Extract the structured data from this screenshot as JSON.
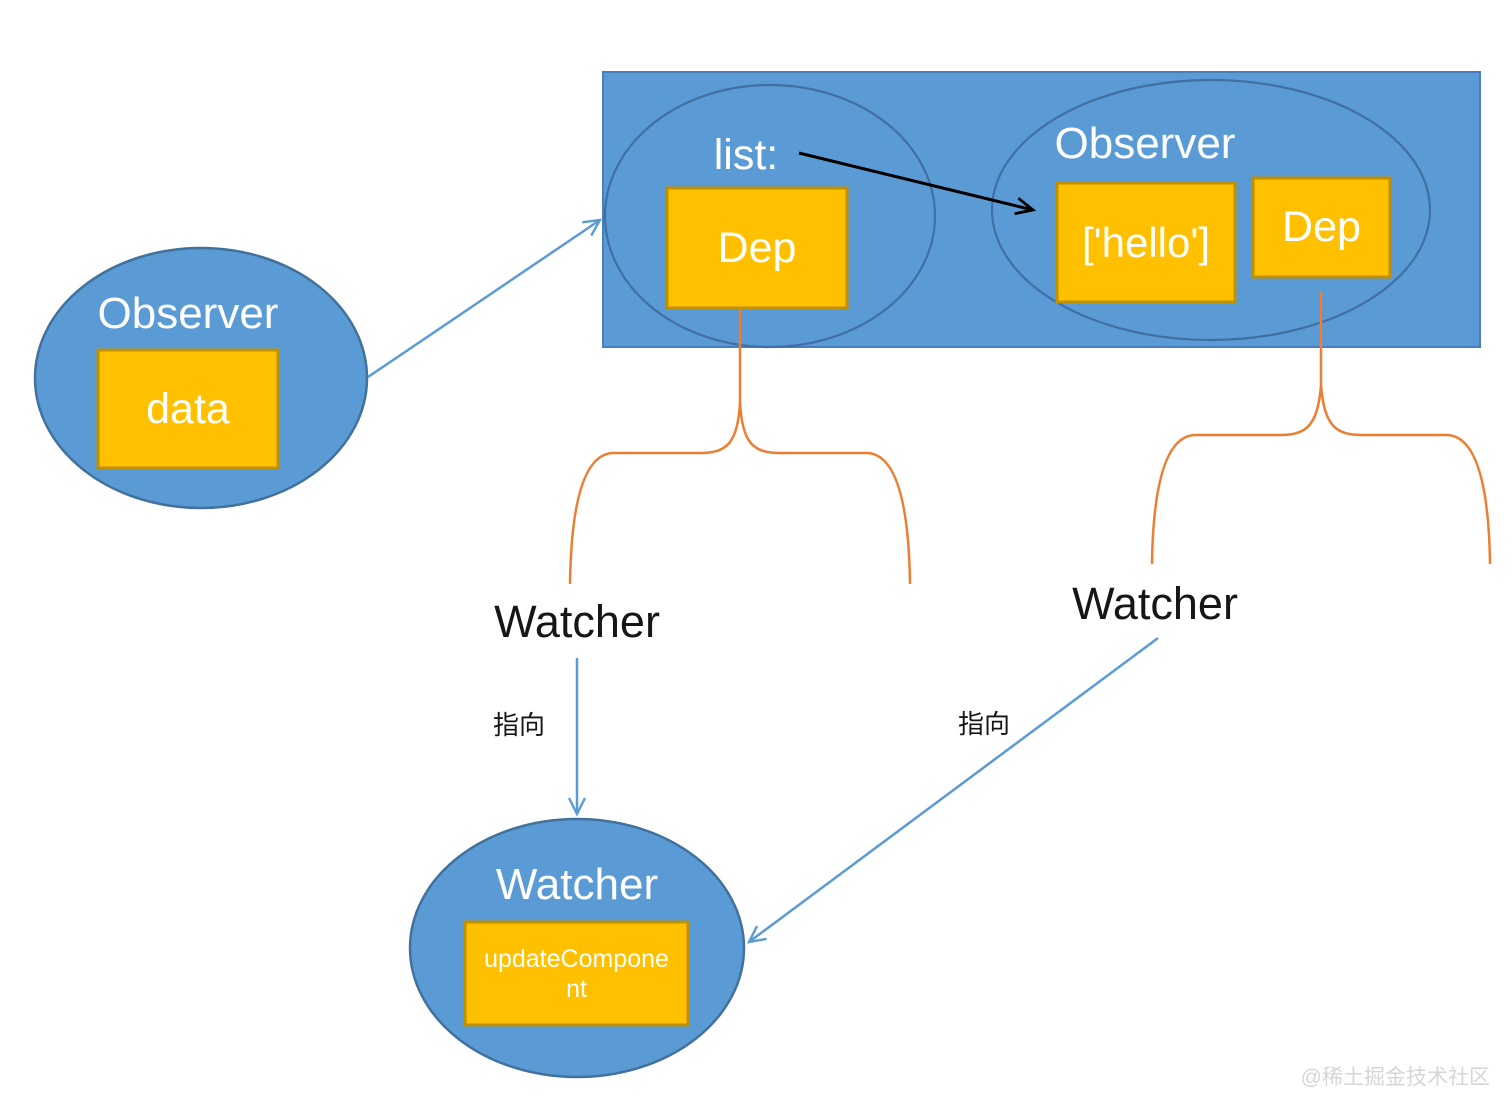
{
  "diagram": {
    "observer_data_node": {
      "title": "Observer",
      "box_label": "data"
    },
    "reactive_container": {
      "list_label": "list:",
      "list_dep_box_label": "Dep",
      "nested_observer": {
        "title": "Observer",
        "value_box_label": "['hello']",
        "dep_box_label": "Dep"
      }
    },
    "watchers": {
      "left_label": "Watcher",
      "right_label": "Watcher",
      "left_pointer_label": "指向",
      "right_pointer_label": "指向"
    },
    "watcher_node": {
      "title": "Watcher",
      "box_label": "updateComponent"
    }
  },
  "colors": {
    "shape_blue_fill": "#5b9bd5",
    "ellipse_stroke": "#41719c",
    "rect_stroke": "#4a7dbb",
    "gold_fill": "#ffc000",
    "gold_stroke": "#bf9000",
    "brace_orange": "#ed7d31",
    "arrow_blue": "#5b9bd5",
    "arrow_black": "#000000",
    "watermark_gray": "#d6d6d6"
  },
  "watermark": "@稀土掘金技术社区"
}
